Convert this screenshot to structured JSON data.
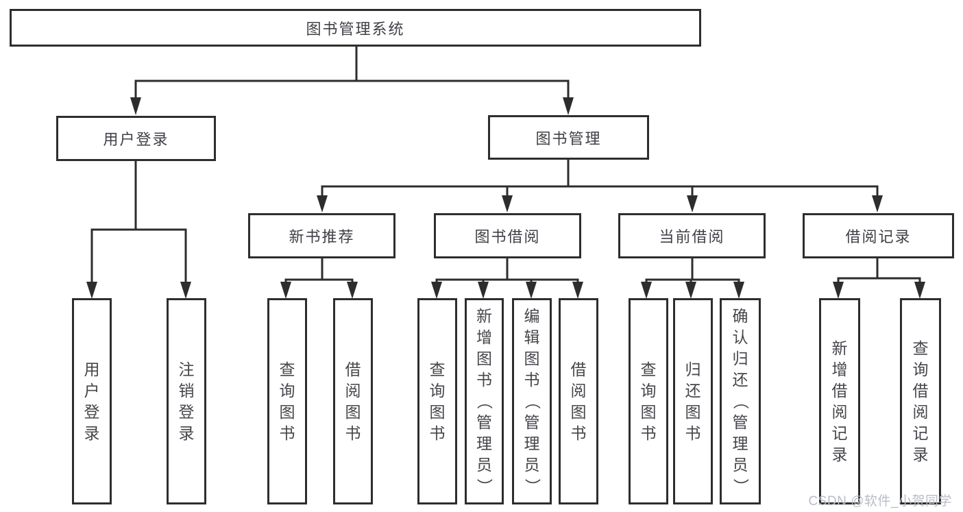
{
  "diagram": {
    "type": "tree",
    "root": {
      "label": "图书管理系统",
      "children": [
        {
          "label": "用户登录",
          "children": [
            {
              "label": "用户登录"
            },
            {
              "label": "注销登录"
            }
          ]
        },
        {
          "label": "图书管理",
          "children": [
            {
              "label": "新书推荐",
              "children": [
                {
                  "label": "查询图书"
                },
                {
                  "label": "借阅图书"
                }
              ]
            },
            {
              "label": "图书借阅",
              "children": [
                {
                  "label": "查询图书"
                },
                {
                  "label": "新增图书（管理员）"
                },
                {
                  "label": "编辑图书（管理员）"
                },
                {
                  "label": "借阅图书"
                }
              ]
            },
            {
              "label": "当前借阅",
              "children": [
                {
                  "label": "查询图书"
                },
                {
                  "label": "归还图书"
                },
                {
                  "label": "确认归还（管理员）"
                }
              ]
            },
            {
              "label": "借阅记录",
              "children": [
                {
                  "label": "新增借阅记录"
                },
                {
                  "label": "查询借阅记录"
                }
              ]
            }
          ]
        }
      ]
    }
  },
  "watermark": "CSDN @软件_小贺同学",
  "colors": {
    "line": "#2d2d2d",
    "box_border": "#2d2d2d",
    "box_fill": "#ffffff",
    "text": "#3f3f46",
    "watermark": "#b9bdc4",
    "background": "#ffffff"
  }
}
